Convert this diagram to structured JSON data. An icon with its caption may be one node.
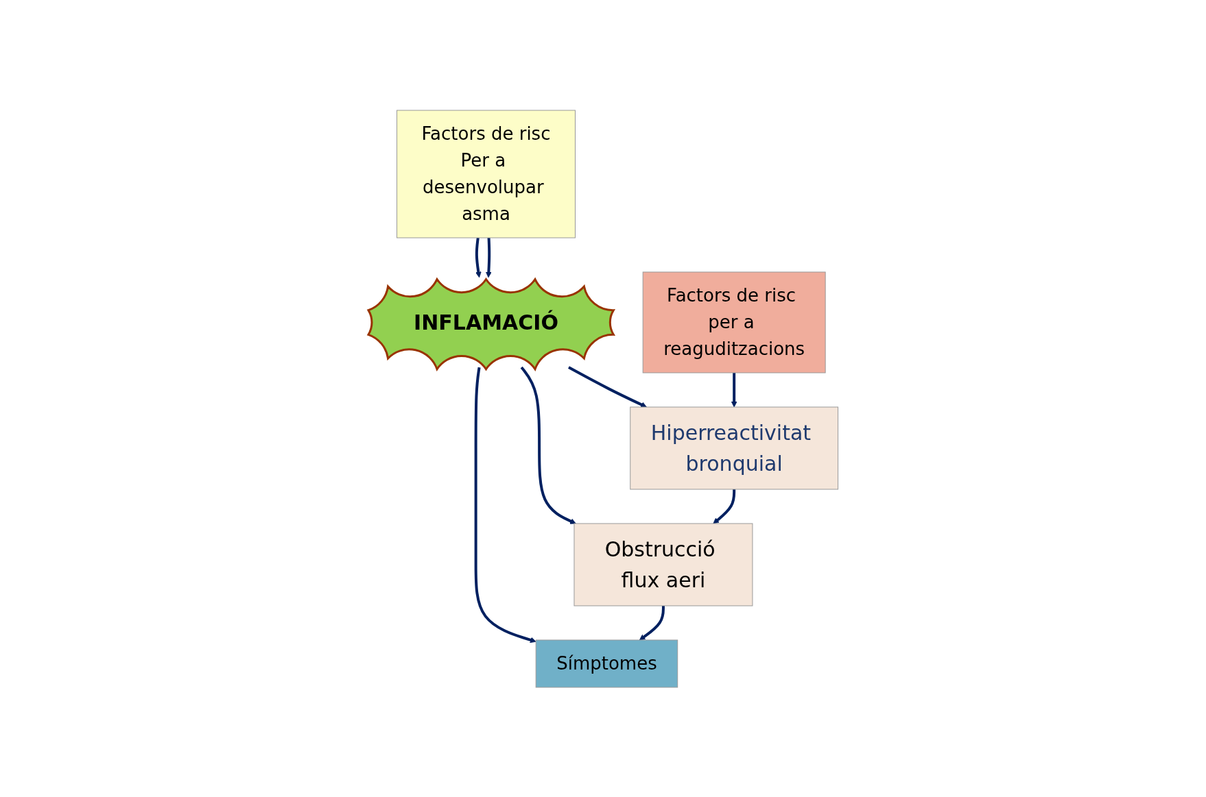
{
  "diagram": {
    "nodes": [
      {
        "text": [
          "Factors de risc",
          "Per a desenvolupar asma"
        ]
      },
      {
        "text": [
          "INFLAMACIÓ"
        ]
      },
      {
        "text": [
          "Hiperreactivitat bronquial"
        ]
      },
      {
        "text": [
          "Obstrucció flux aeri"
        ]
      },
      {
        "text": [
          "Factors de risc per a reaguditzacions"
        ]
      },
      {
        "text": [
          "Símptomes"
        ]
      }
    ],
    "edges": [
      {
        "from": 0,
        "to": 1,
        "arrow": "to"
      },
      {
        "from": 0,
        "to": 1,
        "arrow": "to"
      },
      {
        "from": 1,
        "to": 2,
        "arrow": "to"
      },
      {
        "from": 1,
        "to": 3,
        "arrow": "to"
      },
      {
        "from": 2,
        "to": 3,
        "arrow": "to"
      },
      {
        "from": 3,
        "to": 5,
        "arrow": "to"
      },
      {
        "from": 4,
        "to": 2,
        "arrow": "to"
      },
      {
        "from": 1,
        "to": 5,
        "arrow": "to"
      }
    ]
  }
}
